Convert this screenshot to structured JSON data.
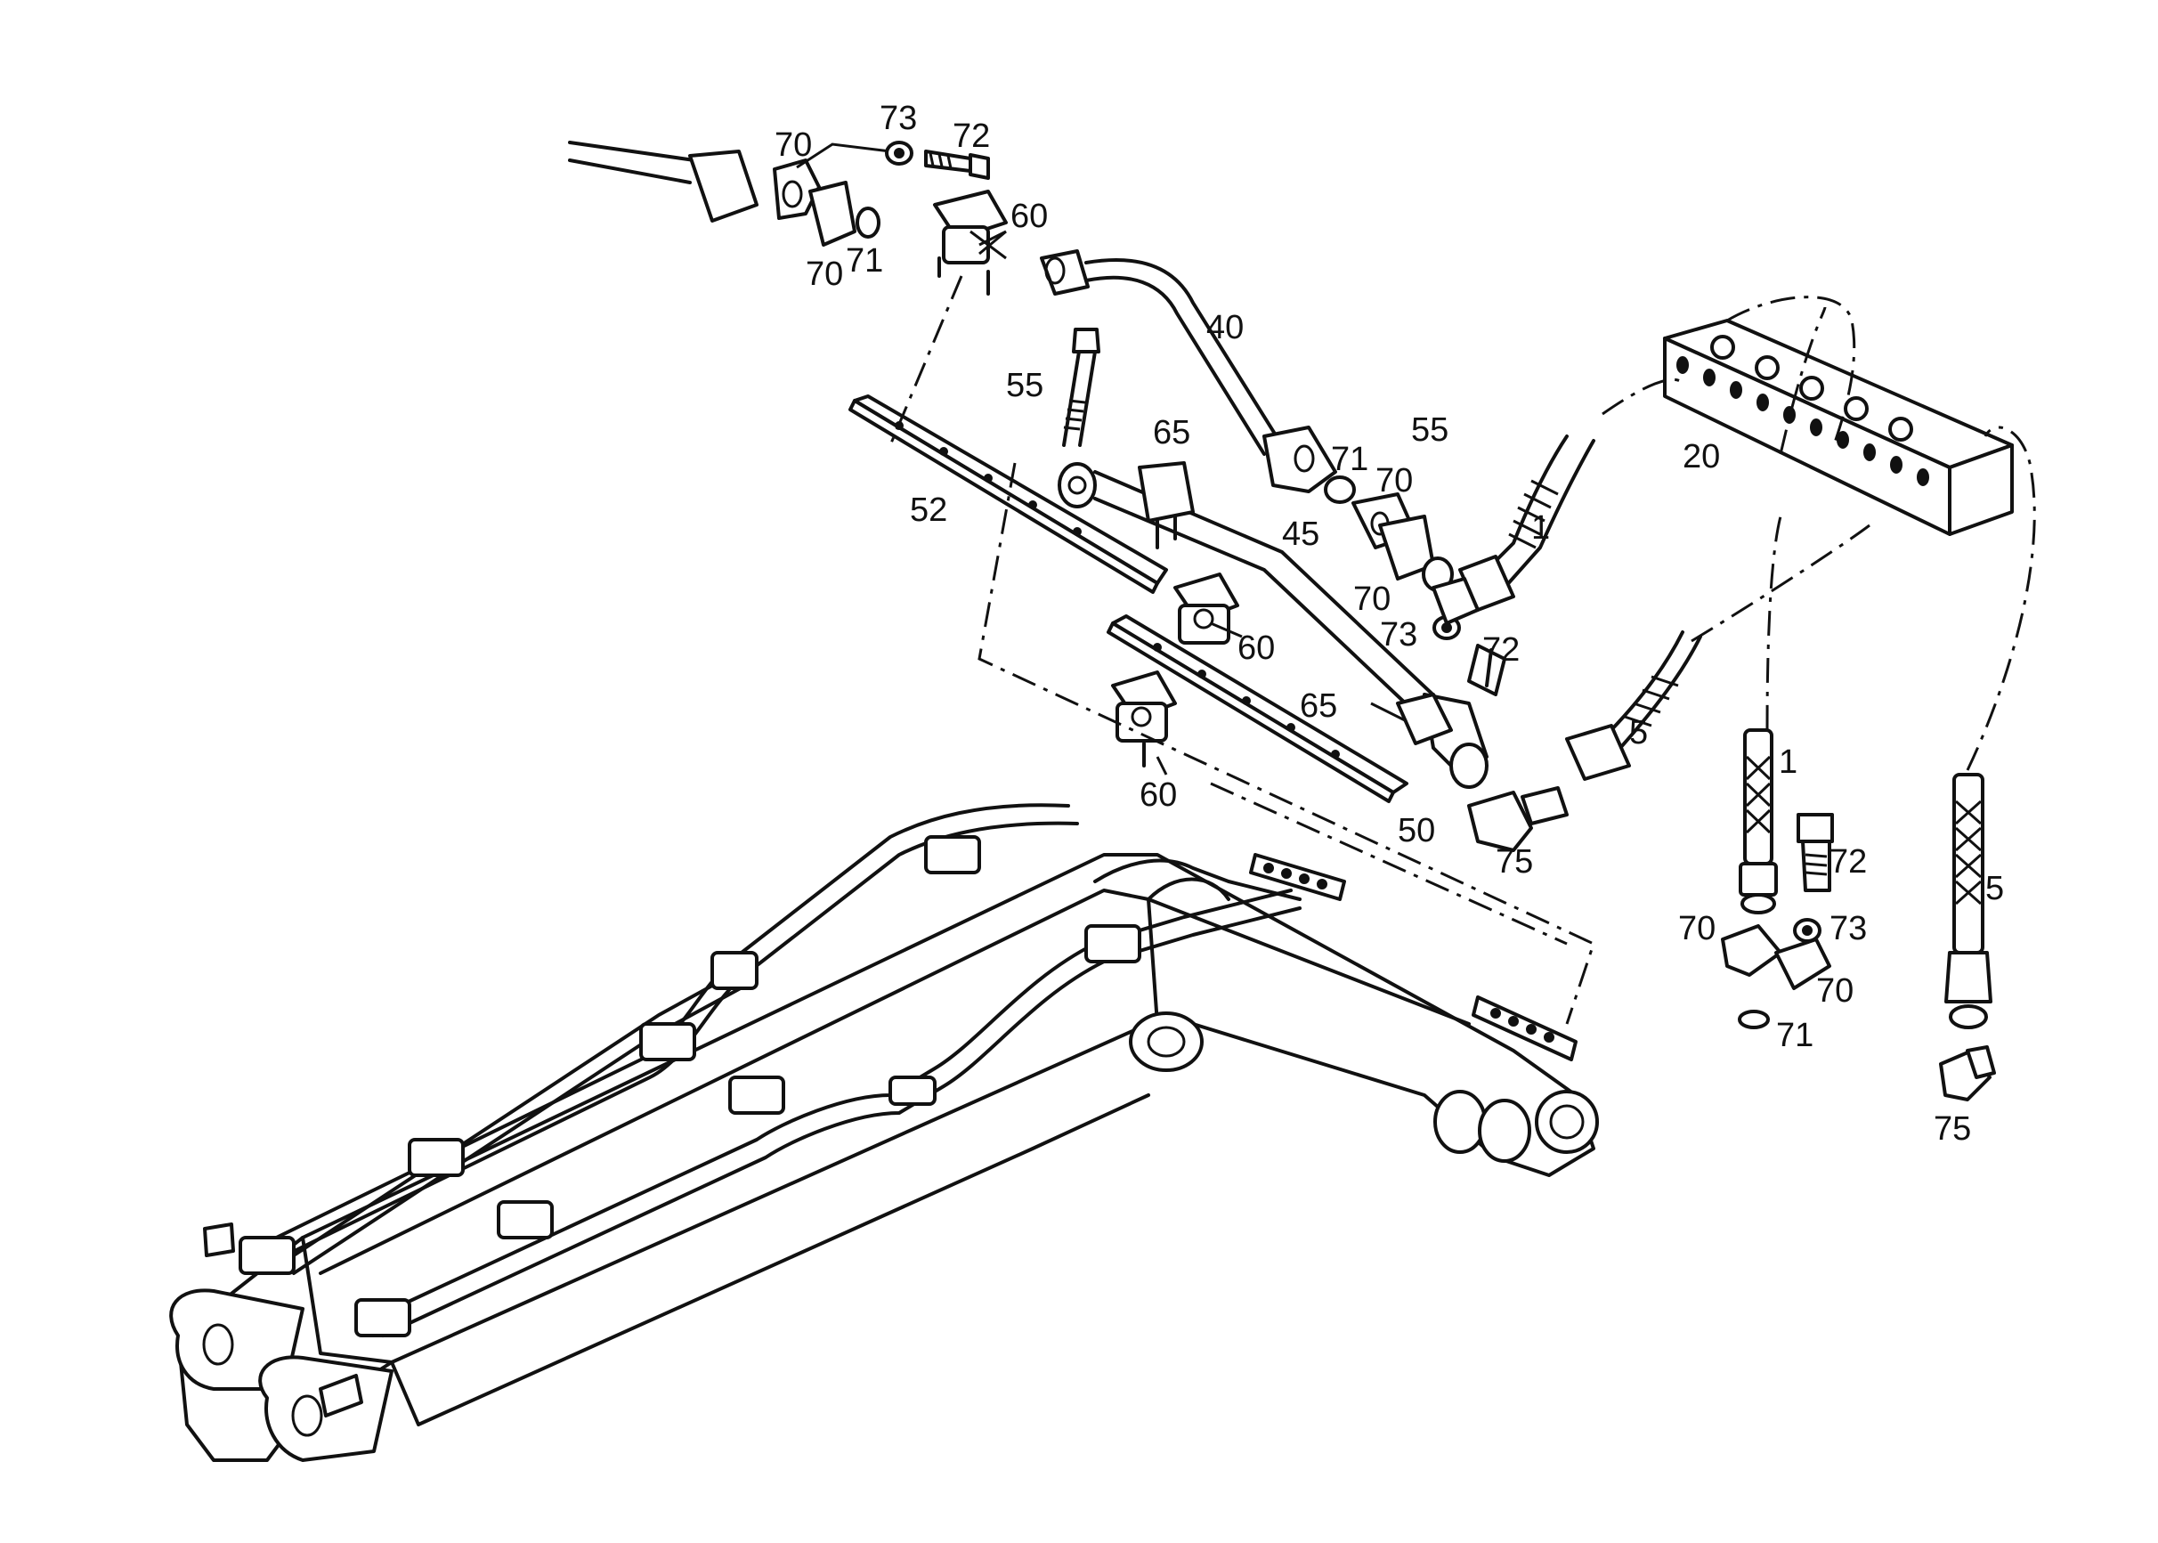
{
  "callouts": [
    {
      "id": "c73a",
      "text": "73"
    },
    {
      "id": "c72a",
      "text": "72"
    },
    {
      "id": "c70a",
      "text": "70"
    },
    {
      "id": "c60a",
      "text": "60"
    },
    {
      "id": "c70b",
      "text": "70"
    },
    {
      "id": "c71a",
      "text": "71"
    },
    {
      "id": "c40",
      "text": "40"
    },
    {
      "id": "c55a",
      "text": "55"
    },
    {
      "id": "c65a",
      "text": "65"
    },
    {
      "id": "c52",
      "text": "52"
    },
    {
      "id": "c55b",
      "text": "55"
    },
    {
      "id": "c71b",
      "text": "71"
    },
    {
      "id": "c70c",
      "text": "70"
    },
    {
      "id": "c45",
      "text": "45"
    },
    {
      "id": "c1a",
      "text": "1"
    },
    {
      "id": "c20",
      "text": "20"
    },
    {
      "id": "c70d",
      "text": "70"
    },
    {
      "id": "c73b",
      "text": "73"
    },
    {
      "id": "c72b",
      "text": "72"
    },
    {
      "id": "c60b",
      "text": "60"
    },
    {
      "id": "c65b",
      "text": "65"
    },
    {
      "id": "c5a",
      "text": "5"
    },
    {
      "id": "c60c",
      "text": "60"
    },
    {
      "id": "c50",
      "text": "50"
    },
    {
      "id": "c75a",
      "text": "75"
    },
    {
      "id": "c1b",
      "text": "1"
    },
    {
      "id": "c72c",
      "text": "72"
    },
    {
      "id": "c70e",
      "text": "70"
    },
    {
      "id": "c73c",
      "text": "73"
    },
    {
      "id": "c70f",
      "text": "70"
    },
    {
      "id": "c71c",
      "text": "71"
    },
    {
      "id": "c5b",
      "text": "5"
    },
    {
      "id": "c75b",
      "text": "75"
    }
  ]
}
